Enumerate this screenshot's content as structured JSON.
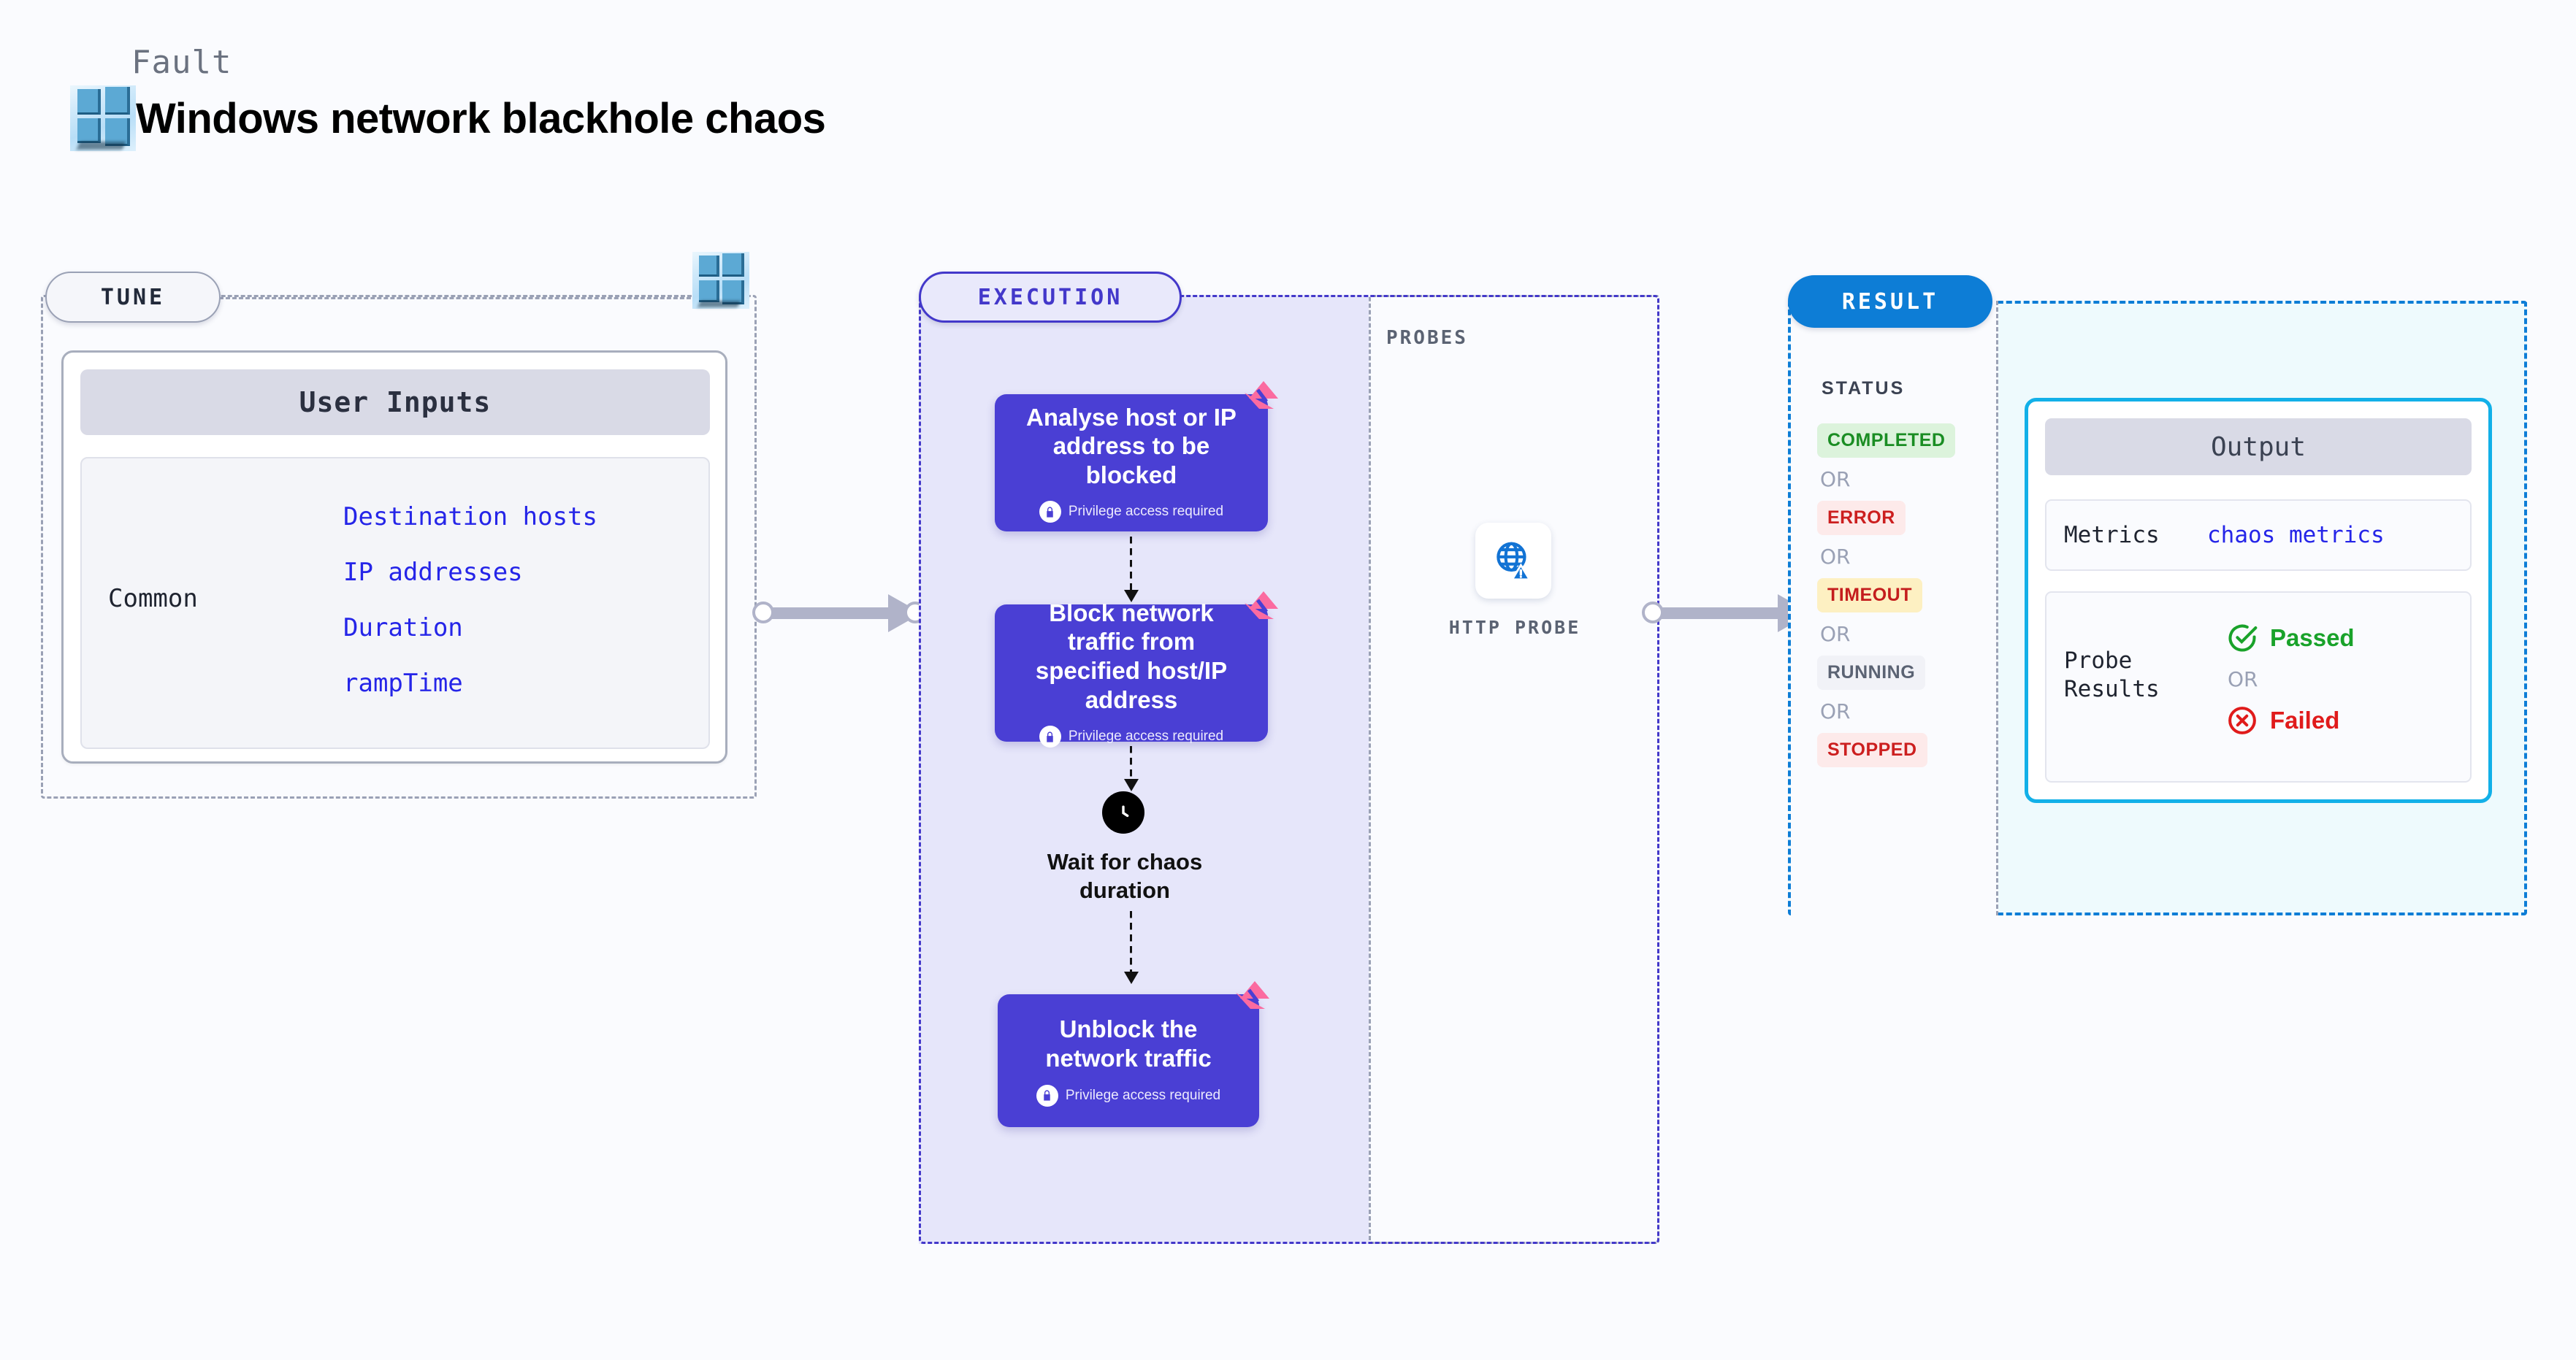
{
  "header": {
    "fault_label": "Fault",
    "title": "Windows network blackhole chaos",
    "icon": "windows-logo"
  },
  "tune": {
    "pill_label": "TUNE",
    "icon": "windows-logo",
    "card_header": "User Inputs",
    "group_label": "Common",
    "params": [
      "Destination hosts",
      "IP addresses",
      "Duration",
      "rampTime"
    ]
  },
  "execution": {
    "pill_label": "EXECUTION",
    "privilege_note": "Privilege access required",
    "privilege_icon": "lock-icon",
    "badge_icon": "litmus-chaos-badge-icon",
    "steps": [
      {
        "title": "Analyse host or IP address to be blocked",
        "privileged": true
      },
      {
        "title": "Block network traffic from specified host/IP address",
        "privileged": true
      },
      {
        "title": "Unblock the network traffic",
        "privileged": true
      }
    ],
    "wait": {
      "icon": "clock-icon",
      "label": "Wait for chaos duration"
    }
  },
  "probes": {
    "section_label": "PROBES",
    "items": [
      {
        "label": "HTTP PROBE",
        "icon": "globe-warning-icon"
      }
    ]
  },
  "result": {
    "pill_label": "RESULT",
    "status_label": "STATUS",
    "or_text": "OR",
    "statuses": [
      {
        "label": "COMPLETED",
        "bg": "#dcf3dc",
        "fg": "#1a8d23"
      },
      {
        "label": "ERROR",
        "bg": "#fdeaea",
        "fg": "#cc1f1f"
      },
      {
        "label": "TIMEOUT",
        "bg": "#fdf0c2",
        "fg": "#c41d1d"
      },
      {
        "label": "RUNNING",
        "bg": "#f1f2f7",
        "fg": "#5b6373"
      },
      {
        "label": "STOPPED",
        "bg": "#fdeaea",
        "fg": "#cc1f1f"
      }
    ],
    "output": {
      "header": "Output",
      "metrics_label": "Metrics",
      "metrics_value": "chaos metrics",
      "probe_results_label": "Probe Results",
      "or_text": "OR",
      "passed_label": "Passed",
      "passed_icon": "check-circle-icon",
      "failed_label": "Failed",
      "failed_icon": "x-circle-icon"
    }
  },
  "colors": {
    "page_bg": "#fafbfe",
    "execution_accent": "#4338ca",
    "execution_card": "#4a3fd4",
    "execution_fill": "#e6e6fa",
    "result_accent": "#0d7dd6",
    "output_border": "#12b0e8",
    "result_fill": "#eefafd",
    "tune_border": "#9aa1b5",
    "param_text": "#2525e8",
    "badge_pink": "#fb6ba0",
    "connector": "#b0b3c9"
  }
}
